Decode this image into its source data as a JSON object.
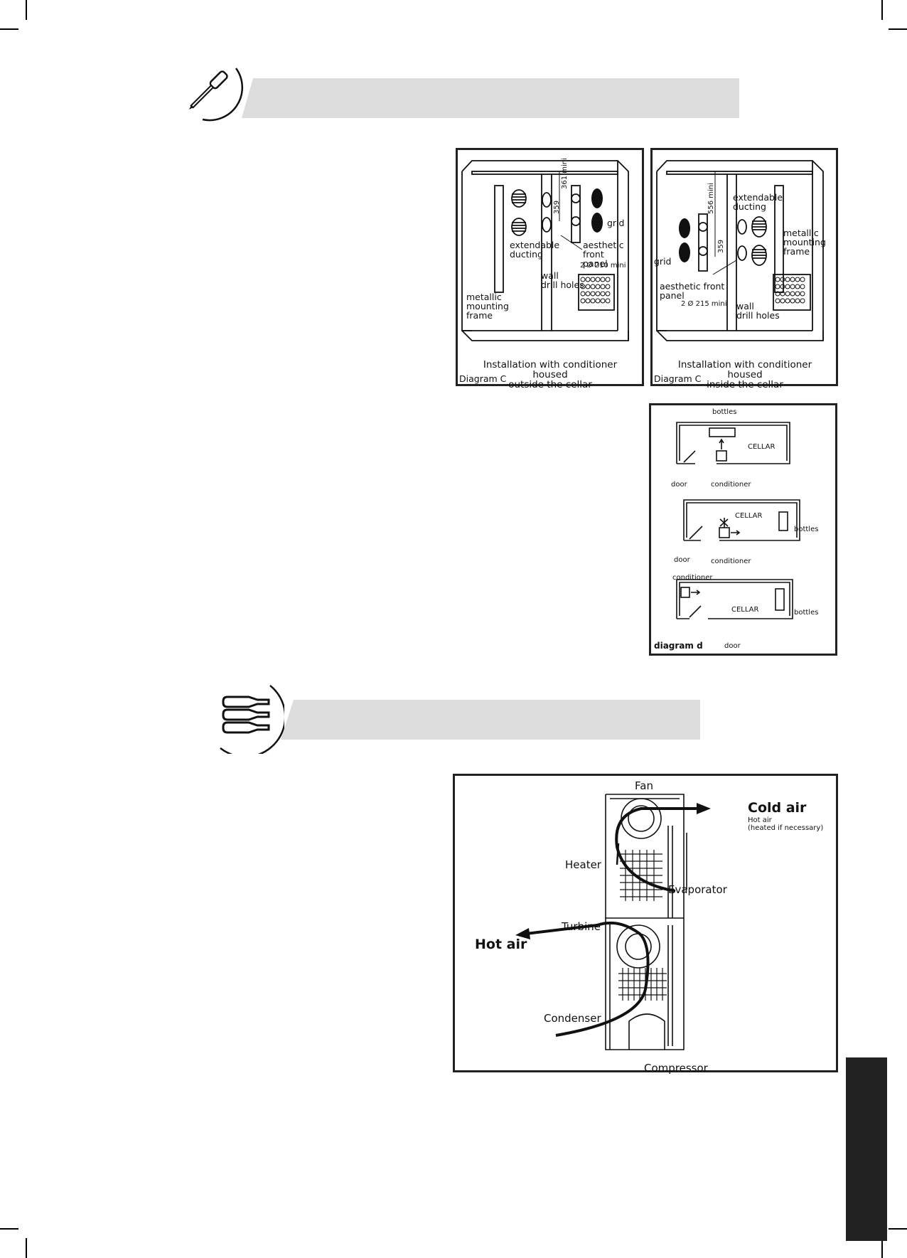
{
  "diagram_c_outside": {
    "labels": {
      "extendable_ducting": "extendable\nducting",
      "grid": "grid",
      "aesthetic_front_panel": "aesthetic front\npanel",
      "wall_drill_holes": "wall\ndrill holes",
      "metallic_mounting_frame": "metallic\nmounting\nframe",
      "dim_top": "361 mini",
      "dim_mid": "359",
      "dim_hole": "2 Ø 210 mini"
    },
    "caption": "Installation with conditioner housed\noutside the cellar",
    "tag": "Diagram C"
  },
  "diagram_c_inside": {
    "labels": {
      "extendable_ducting": "extendable\nducting",
      "metallic_mounting_frame": "metallic\nmounting\nframe",
      "grid": "grid",
      "aesthetic_front_panel": "aesthetic front\npanel",
      "wall_drill_holes": "wall\ndrill holes",
      "dim_top": "556 mini",
      "dim_mid": "359",
      "dim_hole": "2 Ø 215 mini"
    },
    "caption": "Installation with conditioner housed\ninside the cellar",
    "tag": "Diagram C"
  },
  "diagram_d": {
    "tag": "diagram d",
    "panel1": {
      "bottles": "bottles",
      "cellar": "CELLAR",
      "door": "door",
      "conditioner": "conditioner"
    },
    "panel2": {
      "cellar": "CELLAR",
      "bottles": "bottles",
      "door": "door",
      "conditioner": "conditioner"
    },
    "panel3": {
      "conditioner": "conditioner",
      "cellar": "CELLAR",
      "bottles": "bottles",
      "door": "door"
    }
  },
  "airflow": {
    "fan": "Fan",
    "cold_air": "Cold air",
    "hot_air_note": "Hot air\n(heated if necessary)",
    "heater": "Heater",
    "evaporator": "Evaporator",
    "turbine": "Turbine",
    "hot_air": "Hot air",
    "condenser": "Condenser",
    "compressor": "Compressor"
  },
  "colors": {
    "banner": "#dcdcdc",
    "ink": "#111111",
    "tab": "#222222"
  },
  "icons": {
    "section1": "screwdriver-icon",
    "section2": "wine-bottles-icon"
  }
}
